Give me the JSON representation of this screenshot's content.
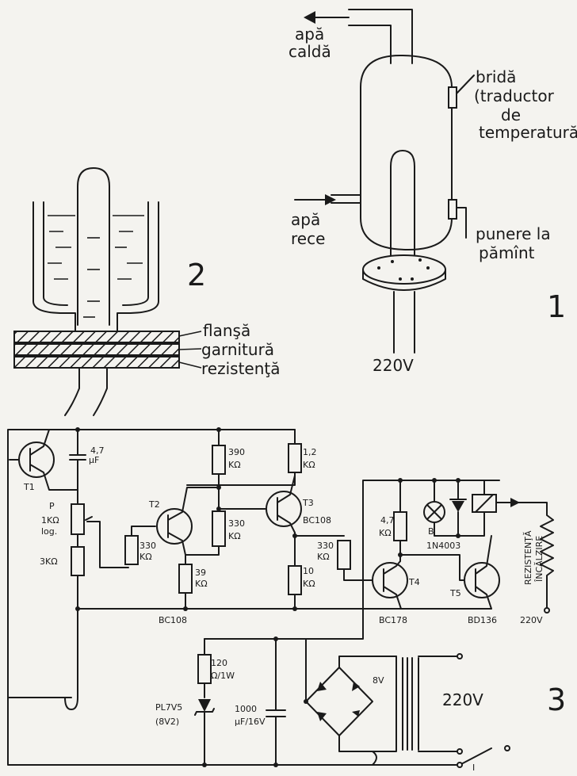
{
  "figure1": {
    "number": "1",
    "hot_water": [
      "apă",
      "caldă"
    ],
    "flange": [
      "bridă",
      "(traductor",
      "de",
      "temperatură"
    ],
    "cold_water": [
      "apă",
      "rece"
    ],
    "ground": [
      "punere la",
      "pămînt"
    ],
    "supply": "220V"
  },
  "figure2": {
    "number": "2",
    "layers": [
      "flanşă",
      "garnitură",
      "rezistenţă"
    ]
  },
  "figure3": {
    "number": "3",
    "components": {
      "t1": "T1",
      "c47": [
        "4,7",
        "µF"
      ],
      "pot": [
        "P",
        "1KΩ",
        "log."
      ],
      "r3k": "3KΩ",
      "t2": "T2",
      "r330a": [
        "330",
        "KΩ"
      ],
      "r390": [
        "390",
        "KΩ"
      ],
      "r330b": [
        "330",
        "KΩ"
      ],
      "r39": [
        "39",
        "KΩ"
      ],
      "bc108a": "BC108",
      "r12": [
        "1,2",
        "KΩ"
      ],
      "t3": "T3",
      "bc108b": "BC108",
      "r10": [
        "10",
        "KΩ"
      ],
      "r330c": [
        "330",
        "KΩ"
      ],
      "r47": [
        "4,7",
        "KΩ"
      ],
      "t4": "T4",
      "bc178": "BC178",
      "bulb": "B",
      "diode": "1N4003",
      "t5": "T5",
      "bd136": "BD136",
      "heater": [
        "REZISTENŢĂ",
        "ÎNCĂLZIRE"
      ],
      "v220a": "220V",
      "r120": [
        "120",
        "Ω/1W"
      ],
      "zener": [
        "PL7V5",
        "(8V2)"
      ],
      "cap1000": [
        "1000",
        "µF/16V"
      ],
      "v8": "8V",
      "v220b": "220V",
      "switch": "I"
    }
  }
}
